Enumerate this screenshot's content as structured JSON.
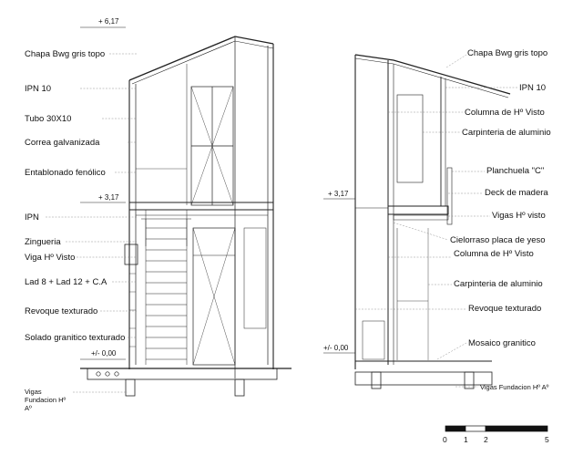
{
  "levels": {
    "roof": "+ 6,17",
    "floor1_left": "+ 3,17",
    "floor1_right": "+ 3,17",
    "ground_left": "+/- 0,00",
    "ground_right": "+/- 0,00"
  },
  "left_labels": [
    "Chapa Bwg gris topo",
    "IPN 10",
    "Tubo 30X10",
    "Correa galvanizada",
    "Entablonado fenólico",
    "IPN",
    "Zingueria",
    "Viga Hº Visto",
    "Lad 8 + Lad 12 + C.A",
    "Revoque texturado",
    "Solado granitico texturado"
  ],
  "left_foundation": [
    "Vigas",
    "Fundacion Hº",
    "Aº"
  ],
  "right_labels": [
    "Chapa Bwg gris topo",
    "IPN 10",
    "Columna de Hº Visto",
    "Carpinteria de aluminio",
    "Planchuela \"C\"",
    "Deck de madera",
    "Vigas Hº visto",
    "Cielorraso placa de yeso",
    "Columna de Hº Visto",
    "Carpinteria de aluminio",
    "Revoque texturado",
    "Mosaico granitico"
  ],
  "right_foundation": "Vigas Fundacion Hº Aº",
  "scale": [
    "0",
    "1",
    "2",
    "5"
  ]
}
